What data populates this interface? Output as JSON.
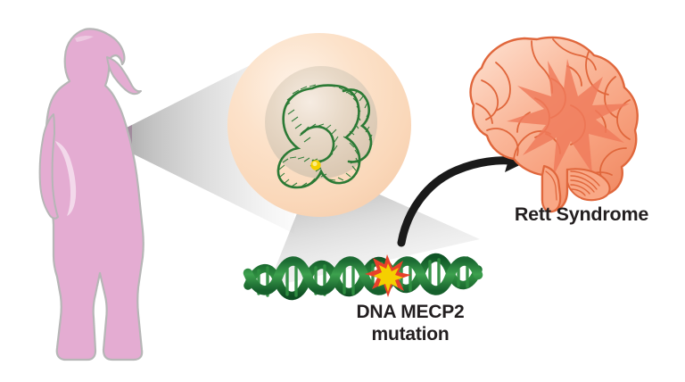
{
  "figure": {
    "title": "Rett Syndrome MECP2 mutation pathway illustration",
    "background_color": "#ffffff"
  },
  "labels": {
    "dna_mutation": "DNA MECP2\nmutation",
    "dna_mutation_line1": "DNA MECP2",
    "dna_mutation_line2": "mutation",
    "outcome": "Rett Syndrome"
  },
  "elements": {
    "patient": {
      "name": "female patient silhouette",
      "fill_color": "#e4acd2",
      "outline_color": "#b6b6b6"
    },
    "cell": {
      "name": "cell with nucleus",
      "cytoplasm_color": "#fbdfc5",
      "nucleus_color": "#e0cdb9",
      "chromatin_color": "#2e7d32",
      "mutation_marker_color": "#f5d000"
    },
    "dna": {
      "name": "DNA double helix",
      "strand_color": "#1a7a3c",
      "highlight_color": "#5cb85c",
      "mutation_burst_outer_color": "#e8402a",
      "mutation_burst_inner_color": "#f5d000"
    },
    "brain": {
      "name": "human brain",
      "fill_color": "#f9a886",
      "outline_color": "#e0673c",
      "damage_burst_color": "#ef7a5a"
    },
    "zoom_cone_1": {
      "name": "magnification cone patient to cell",
      "color": "#b9b9b9"
    },
    "zoom_cone_2": {
      "name": "magnification cone nucleus to dna",
      "color": "#b9b9b9"
    },
    "arrow": {
      "name": "causal arrow dna to brain",
      "color": "#1a1a1a"
    }
  }
}
